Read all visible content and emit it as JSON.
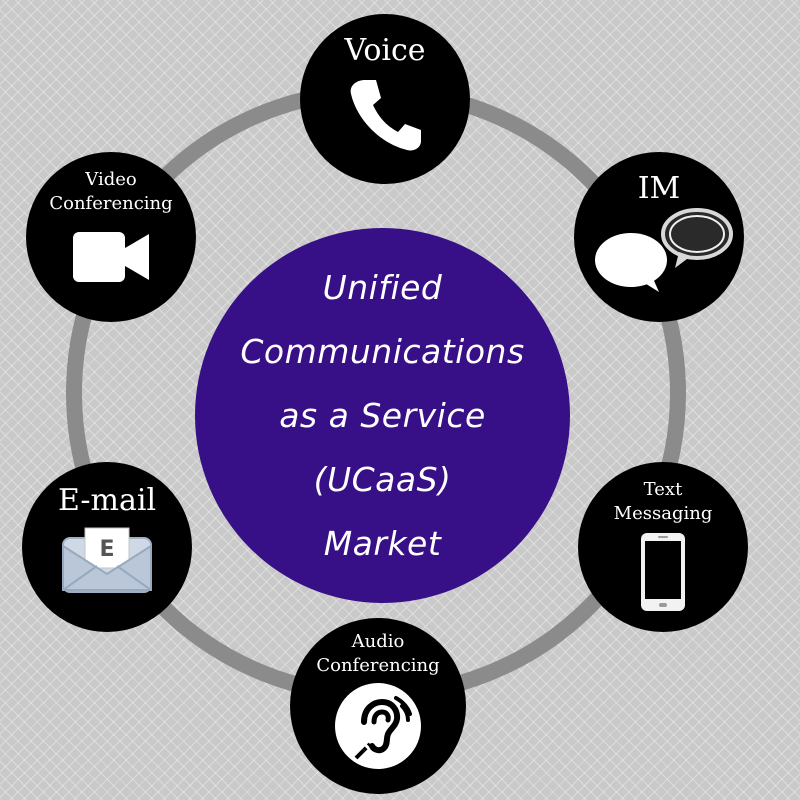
{
  "center": {
    "lines": [
      "Unified",
      "Communications",
      "as a Service",
      "(UCaaS)",
      "Market"
    ],
    "color": "#370f86"
  },
  "nodes": [
    {
      "id": "voice",
      "label": "Voice",
      "icon": "phone-icon"
    },
    {
      "id": "im",
      "label": "IM",
      "icon": "speech-bubbles-icon"
    },
    {
      "id": "text",
      "label_lines": [
        "Text",
        "Messaging"
      ],
      "icon": "smartphone-icon"
    },
    {
      "id": "audio",
      "label_lines": [
        "Audio",
        "Conferencing"
      ],
      "icon": "hearing-ear-icon"
    },
    {
      "id": "email",
      "label": "E-mail",
      "icon": "envelope-icon",
      "envelope_letter": "E"
    },
    {
      "id": "video",
      "label_lines": [
        "Video",
        "Conferencing"
      ],
      "icon": "video-camera-icon"
    }
  ],
  "colors": {
    "ring": "#8b8b8b",
    "node": "#000000",
    "background": "#c9c9c9"
  }
}
